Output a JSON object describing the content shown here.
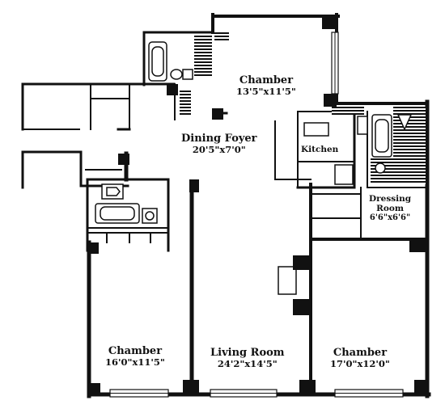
{
  "plan": {
    "rooms": [
      {
        "id": "chamber-top",
        "name": "Chamber",
        "dims": "13'5\"x11'5\""
      },
      {
        "id": "dining-foyer",
        "name": "Dining Foyer",
        "dims": "20'5\"x7'0\""
      },
      {
        "id": "kitchen",
        "name": "Kitchen",
        "dims": ""
      },
      {
        "id": "dressing-room",
        "name": "Dressing",
        "name2": "Room",
        "dims": "6'6\"x6'6\""
      },
      {
        "id": "chamber-left",
        "name": "Chamber",
        "dims": "16'0\"x11'5\""
      },
      {
        "id": "living-room",
        "name": "Living Room",
        "dims": "24'2\"x14'5\""
      },
      {
        "id": "chamber-right",
        "name": "Chamber",
        "dims": "17'0\"x12'0\""
      }
    ]
  }
}
